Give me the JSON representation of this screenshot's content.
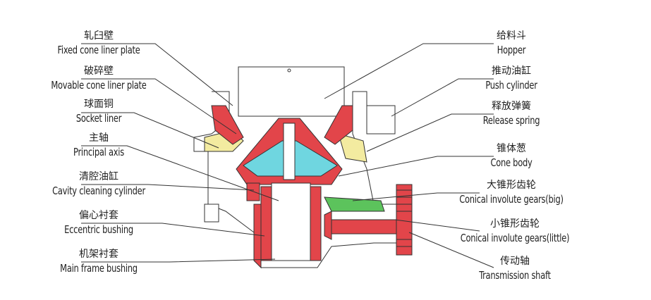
{
  "left_labels": [
    {
      "zh": "轧臼壁",
      "en": "Fixed cone liner plate"
    },
    {
      "zh": "破碎壁",
      "en": "Movable cone liner plate"
    },
    {
      "zh": "球面铜",
      "en": "Socket liner"
    },
    {
      "zh": "主轴",
      "en": "Principal axis"
    },
    {
      "zh": "清腔油缸",
      "en": "Cavity cleaning cylinder"
    },
    {
      "zh": "偏心衬套",
      "en": "Eccentric bushing"
    },
    {
      "zh": "机架衬套",
      "en": "Main frame bushing"
    }
  ],
  "right_labels": [
    {
      "zh": "给料斗",
      "en": "Hopper"
    },
    {
      "zh": "推动油缸",
      "en": "Push cylinder"
    },
    {
      "zh": "释放弹簧",
      "en": "Release spring"
    },
    {
      "zh": "锥体葱",
      "en": "Cone body"
    },
    {
      "zh": "大锥形齿轮",
      "en": "Conical involute gears(big)"
    },
    {
      "zh": "小锥形齿轮",
      "en": "Conical involute gears(little)"
    },
    {
      "zh": "传动轴",
      "en": "Transmission shaft"
    }
  ],
  "colors": {
    "red": "#e2454a",
    "cyan": "#6fd6e0",
    "yellow": "#f3eba0",
    "green": "#5cc35c",
    "line": "#333333"
  }
}
